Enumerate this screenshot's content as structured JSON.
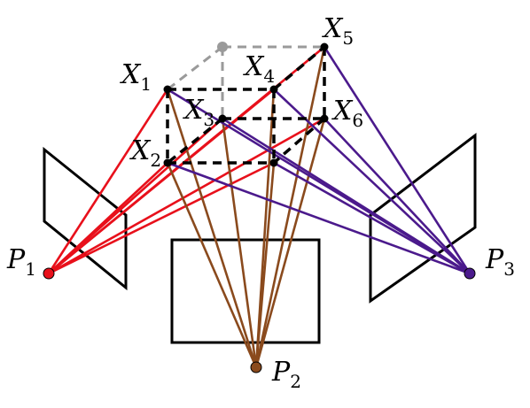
{
  "colors": {
    "P1": "#e8101b",
    "P2": "#8a4a1d",
    "P3": "#4b1a8c",
    "cube_front": "#000000",
    "cube_hidden": "#9a9a9a",
    "frame": "#000000",
    "background": "#ffffff"
  },
  "labels": {
    "X1": {
      "main": "X",
      "sub": "1"
    },
    "X2": {
      "main": "X",
      "sub": "2"
    },
    "X3": {
      "main": "X",
      "sub": "3"
    },
    "X4": {
      "main": "X",
      "sub": "4"
    },
    "X5": {
      "main": "X",
      "sub": "5"
    },
    "X6": {
      "main": "X",
      "sub": "6"
    },
    "P1": {
      "main": "P",
      "sub": "1"
    },
    "P2": {
      "main": "P",
      "sub": "2"
    },
    "P3": {
      "main": "P",
      "sub": "3"
    }
  },
  "cameras": [
    "P1",
    "P2",
    "P3"
  ],
  "points": [
    "X1",
    "X2",
    "X3",
    "X4",
    "X5",
    "X6"
  ]
}
